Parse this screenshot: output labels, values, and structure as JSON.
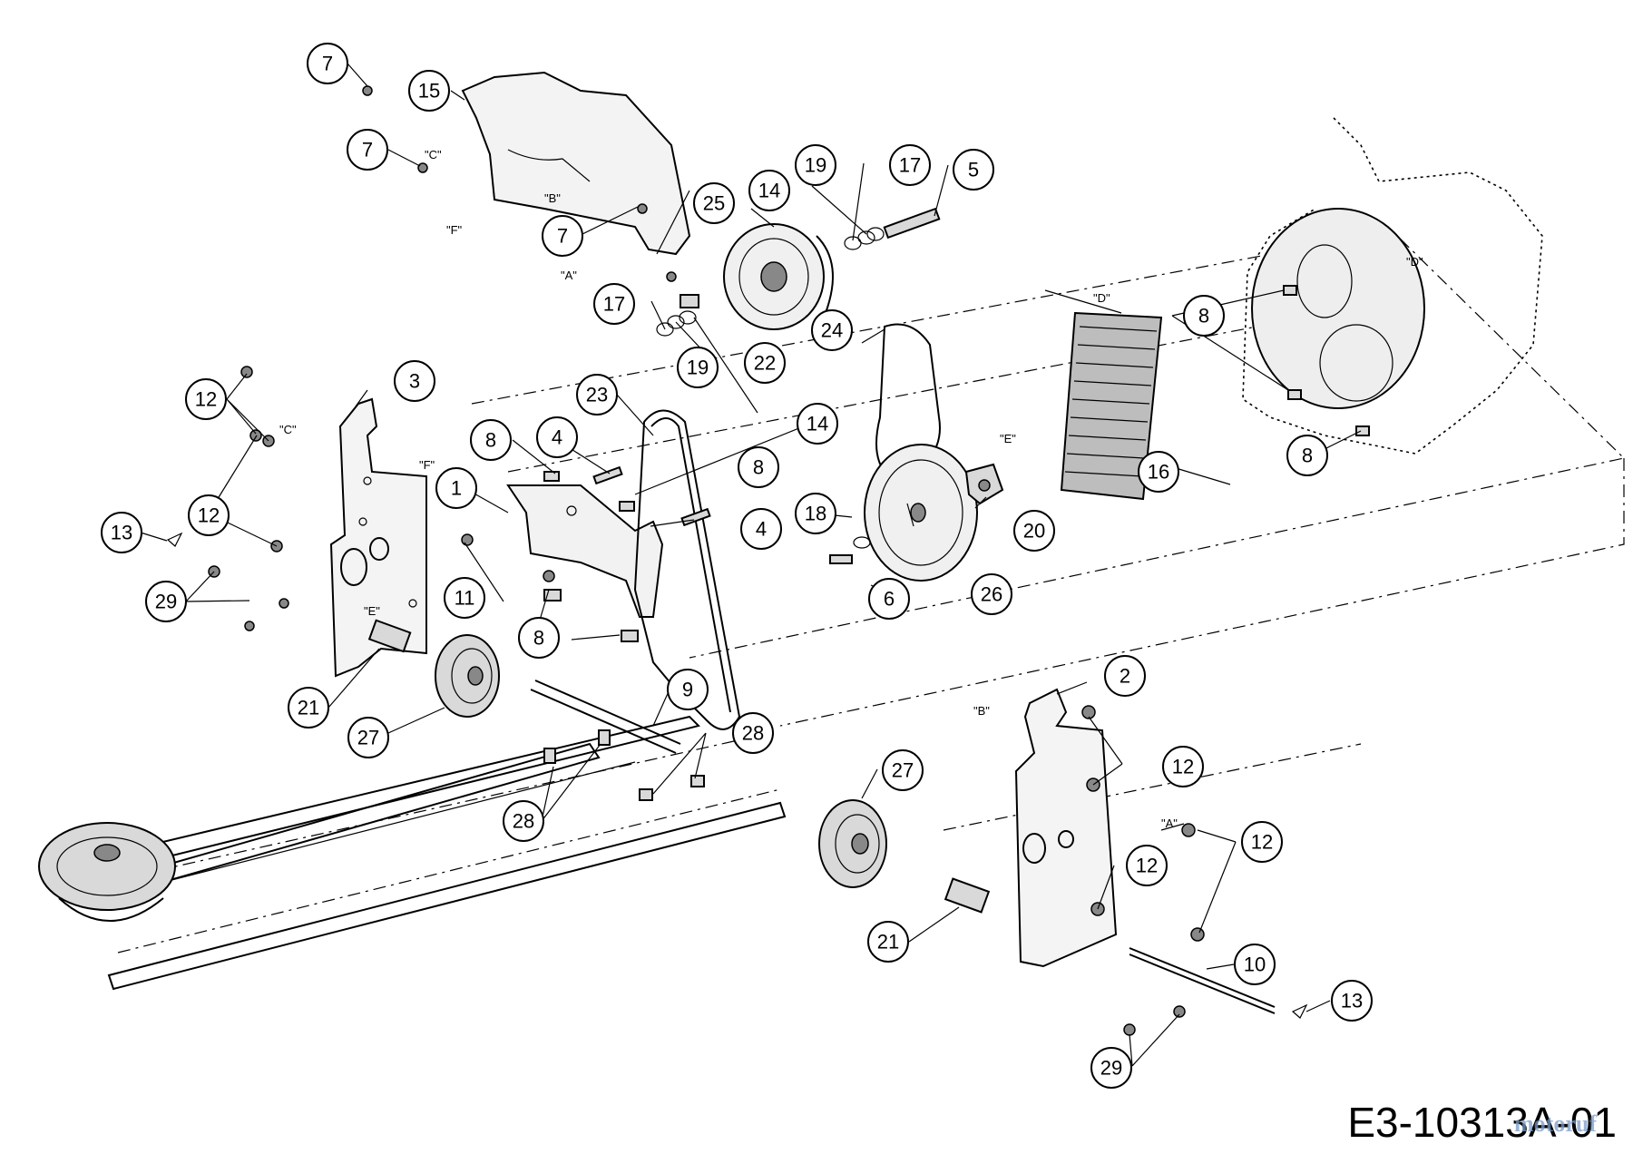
{
  "diagram_code": "E3-10313A-01",
  "watermark": "motoruf",
  "refs": [
    "\"A\"",
    "\"B\"",
    "\"C\"",
    "\"D\"",
    "\"E\"",
    "\"F\""
  ],
  "callouts": [
    "1",
    "2",
    "3",
    "4",
    "5",
    "6",
    "7",
    "8",
    "9",
    "10",
    "11",
    "12",
    "13",
    "14",
    "15",
    "16",
    "17",
    "18",
    "19",
    "20",
    "21",
    "22",
    "23",
    "24",
    "25",
    "26",
    "27",
    "28",
    "29"
  ]
}
